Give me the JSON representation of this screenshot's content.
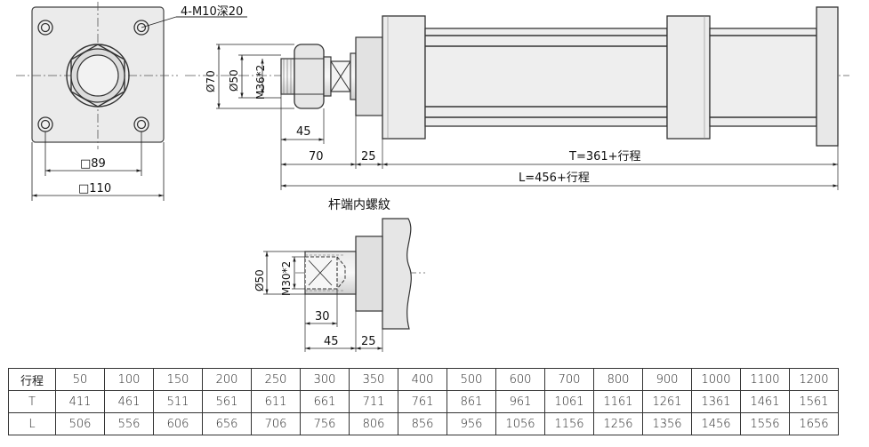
{
  "flange_view": {
    "hole_callout": "4-M10深20",
    "dim_inner": "□89",
    "dim_outer": "□110"
  },
  "side_view": {
    "dia_outer": "Ø70",
    "dia_rod": "Ø50",
    "thread": "M36*2",
    "dim_45": "45",
    "dim_70": "70",
    "dim_25": "25",
    "dim_T": "T=361+行程",
    "dim_L": "L=456+行程"
  },
  "detail_view": {
    "title": "杆端内螺紋",
    "dia_rod": "Ø50",
    "thread": "M30*2",
    "dim_30": "30",
    "dim_45": "45",
    "dim_25": "25"
  },
  "spec_table": {
    "rows": [
      [
        "行程",
        "50",
        "100",
        "150",
        "200",
        "250",
        "300",
        "350",
        "400",
        "500",
        "600",
        "700",
        "800",
        "900",
        "1000",
        "1100",
        "1200"
      ],
      [
        "T",
        "411",
        "461",
        "511",
        "561",
        "611",
        "661",
        "711",
        "761",
        "861",
        "961",
        "1061",
        "1161",
        "1261",
        "1361",
        "1461",
        "1561"
      ],
      [
        "L",
        "506",
        "556",
        "606",
        "656",
        "706",
        "756",
        "806",
        "856",
        "956",
        "1056",
        "1156",
        "1256",
        "1356",
        "1456",
        "1556",
        "1656"
      ]
    ]
  }
}
